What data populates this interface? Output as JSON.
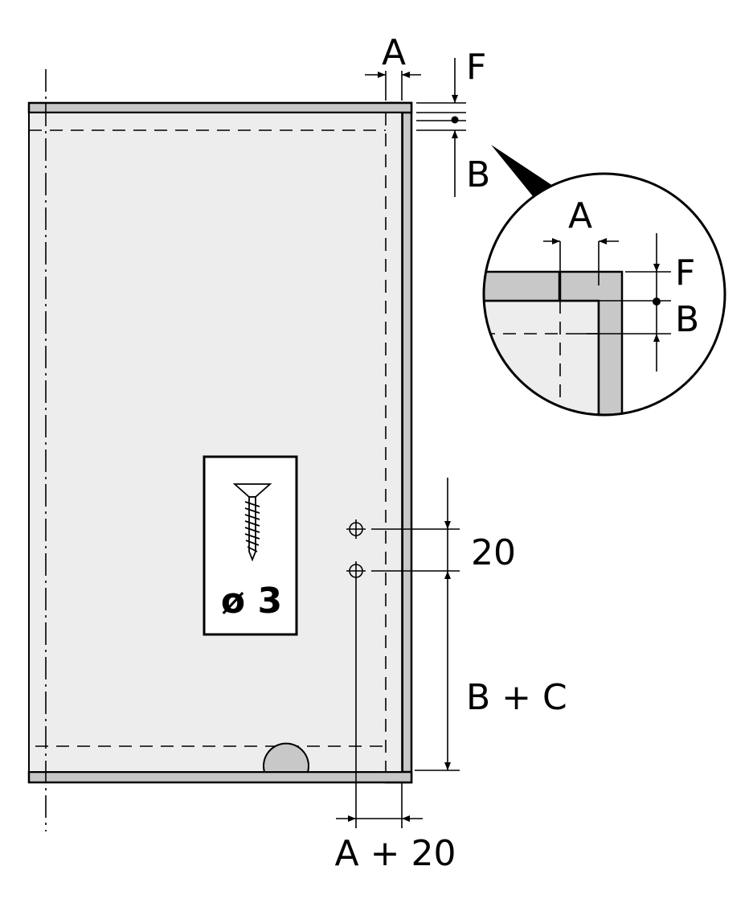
{
  "labels": {
    "top_a": "A",
    "top_f": "F",
    "top_b": "B",
    "detail_a": "A",
    "detail_f": "F",
    "detail_b": "B",
    "dim_20": "20",
    "dim_b_plus_c": "B + C",
    "dim_a_plus_20": "A + 20",
    "screw_diameter": "ø 3"
  },
  "colors": {
    "panel_fill": "#ededed",
    "edge_band_fill": "#c8c8c8",
    "hinge_cup_fill": "#c8c8c8",
    "line": "#000000",
    "background": "#ffffff"
  },
  "icons": {
    "screw": "countersunk-wood-screw-icon",
    "drill_mark": "crosshair-circle-icon"
  }
}
